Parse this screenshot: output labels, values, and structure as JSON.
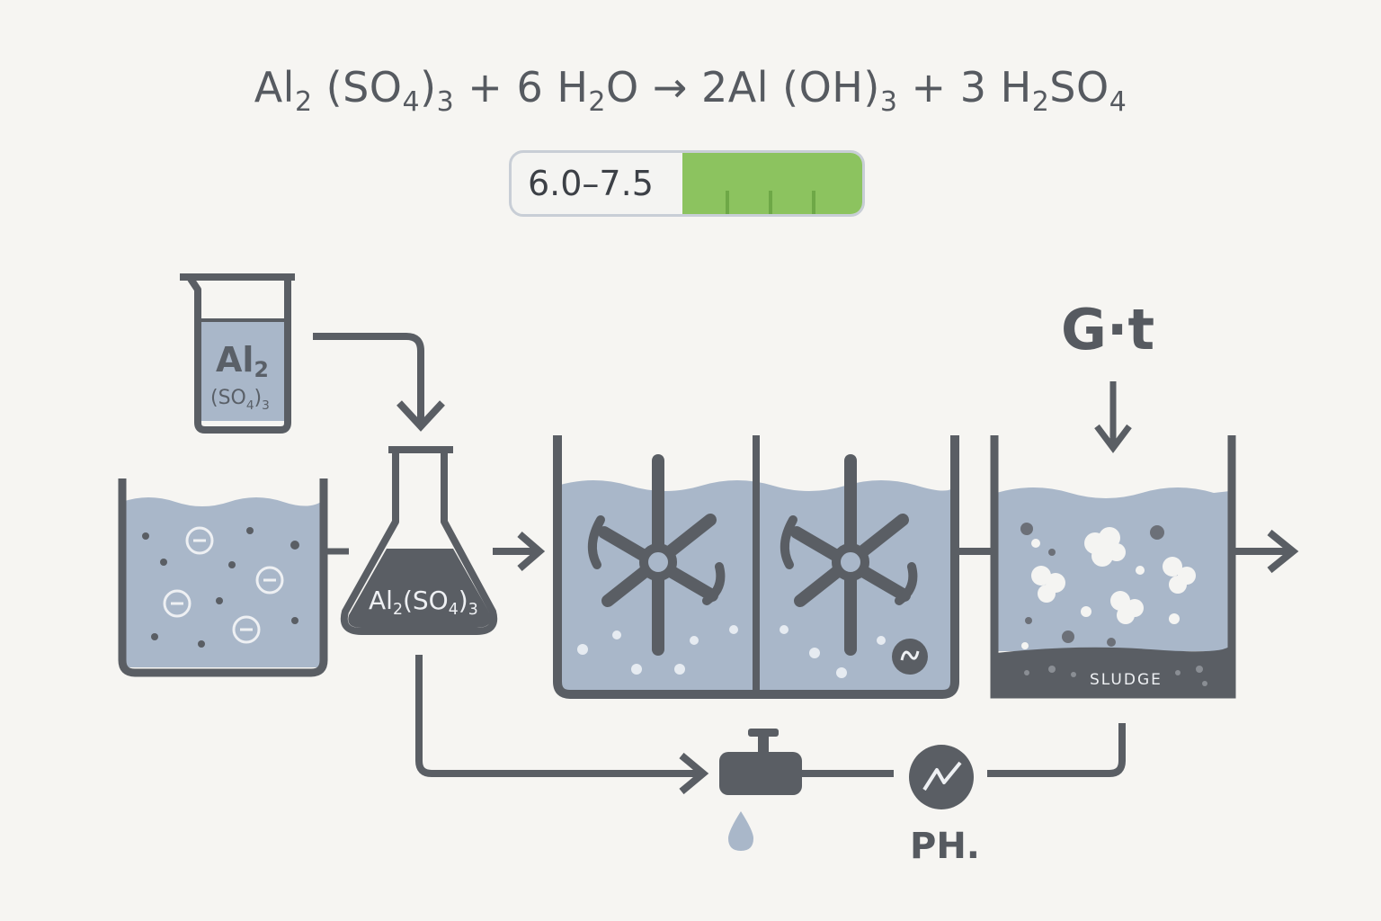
{
  "equation": {
    "segments": [
      "Al",
      "2",
      " (SO",
      "4",
      ")",
      "3",
      " + 6 H",
      "2",
      "O → 2Al (OH)",
      "3",
      " + 3 H",
      "2",
      "SO",
      "4"
    ]
  },
  "ph_range": {
    "label": "6.0–7.5",
    "indicator_color": "#8cc35f"
  },
  "beaker": {
    "line1": "Al",
    "line1_sub": "2",
    "line2": "(SO",
    "line2_sub": "4",
    "line2_end": ")",
    "line2_end_sub": "3"
  },
  "flask": {
    "a": "Al",
    "a_sub": "2",
    "b": "(SO",
    "b_sub": "4",
    "c": ")",
    "c_sub": "3"
  },
  "velocity_gradient": {
    "label": "G·t"
  },
  "sedimentation": {
    "sludge_label": "SLUDGE"
  },
  "ph_meter": {
    "label": "PH."
  },
  "colors": {
    "water": "#a9b7c9",
    "dark": "#5a5e64",
    "background": "#f6f5f2"
  },
  "icons": [
    "beaker-icon",
    "flask-icon",
    "mixer-icon",
    "valve-icon",
    "drop-icon",
    "meter-icon",
    "wave-icon"
  ]
}
